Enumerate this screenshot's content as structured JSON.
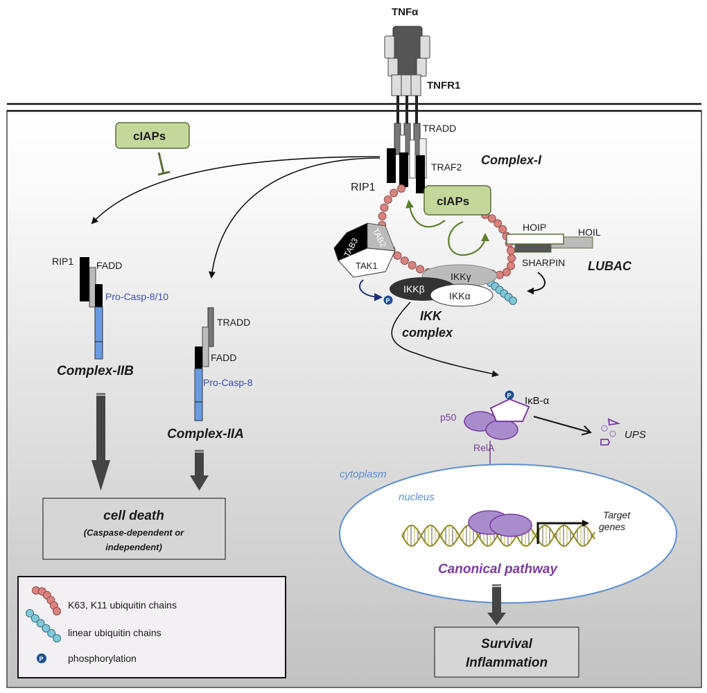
{
  "ligand": {
    "label": "TNFα",
    "receptor": "TNFR1"
  },
  "complex_i": {
    "title": "Complex-I",
    "components": [
      "TRADD",
      "TRAF2",
      "RIP1",
      "cIAPs",
      "TAB3",
      "TAB2",
      "TAK1",
      "HOIP",
      "HOIL",
      "SHARPIN"
    ],
    "lubac_label": "LUBAC",
    "ikk": {
      "gamma": "IKKγ",
      "beta": "IKKβ",
      "alpha": "IKKα",
      "label_line1": "IKK",
      "label_line2": "complex"
    }
  },
  "ciaps_inhibitor": {
    "label": "cIAPs"
  },
  "complex_iib": {
    "title": "Complex-IIB",
    "rip1": "RIP1",
    "fadd": "FADD",
    "casp": "Pro-Casp-8/10"
  },
  "complex_iia": {
    "title": "Complex-IIA",
    "tradd": "TRADD",
    "fadd": "FADD",
    "casp": "Pro-Casp-8"
  },
  "cell_death": {
    "line1": "cell death",
    "line2": "(Caspase-dependent  or",
    "line3": "independent)"
  },
  "nfkb": {
    "ikb": "IκB-α",
    "p50": "p50",
    "rela": "RelA",
    "ups": "UPS"
  },
  "compartments": {
    "cytoplasm": "cytoplasm",
    "nucleus": "nucleus"
  },
  "nucleus": {
    "target_line1": "Target",
    "target_line2": "genes",
    "pathway": "Canonical pathway"
  },
  "outcome": {
    "line1": "Survival",
    "line2": "Inflammation"
  },
  "legend": {
    "items": [
      {
        "icon": "k63-ubiquitin-chain-icon",
        "label": "K63, K11 ubiquitin chains"
      },
      {
        "icon": "linear-ubiquitin-chain-icon",
        "label": "linear ubiquitin chains"
      },
      {
        "icon": "phosphorylation-icon",
        "label": "phosphorylation"
      }
    ]
  },
  "colors": {
    "ciaps_fill": "#c5d89b",
    "ciaps_stroke": "#5a6b3a",
    "k63_chain": "#d9837f",
    "linear_chain": "#7fc7d9",
    "phospho": "#1d4f8c",
    "casp": "#6a9ae0",
    "nfkb_purple": "#a88ccc",
    "arrow_green": "#5a7f2a"
  }
}
